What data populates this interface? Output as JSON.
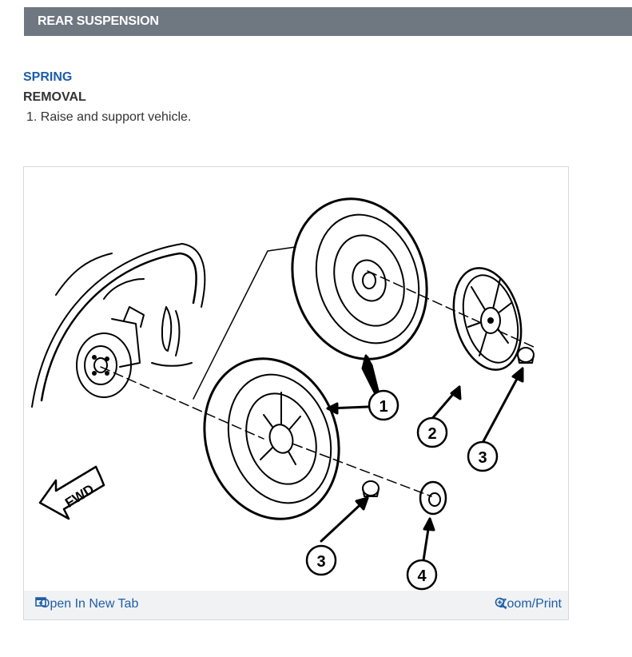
{
  "header": {
    "title": "REAR SUSPENSION"
  },
  "section": {
    "title": "SPRING",
    "subtitle": "REMOVAL",
    "steps": [
      "1. Raise and support vehicle."
    ]
  },
  "figure": {
    "callouts": [
      "1",
      "2",
      "3",
      "3",
      "4"
    ],
    "fwd_label": "FWD",
    "footer": {
      "open_tab_label": "Open In New Tab",
      "zoom_label": "Zoom/Print"
    }
  }
}
